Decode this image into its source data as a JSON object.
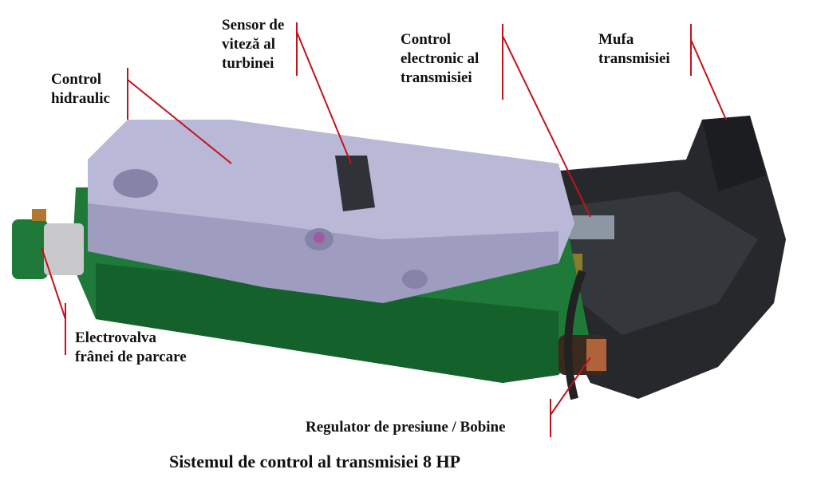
{
  "labels": {
    "control_hidraulic": [
      "Control",
      "hidraulic"
    ],
    "sensor_turbina": [
      "Sensor de",
      "viteză al",
      "turbinei"
    ],
    "control_electronic": [
      "Control",
      "electronic al",
      "transmisiei"
    ],
    "mufa": [
      "Mufa",
      "transmisiei"
    ],
    "electrovalva": [
      "Electrovalva",
      "frânei de parcare"
    ],
    "regulator": "Regulator de presiune / Bobine"
  },
  "caption": "Sistemul de control al transmisiei 8 HP",
  "colors": {
    "leader": "#c0141c",
    "housing_green": "#1f7a3a",
    "valve_body": "#b9b8d6",
    "housing_dark": "#26282c"
  }
}
